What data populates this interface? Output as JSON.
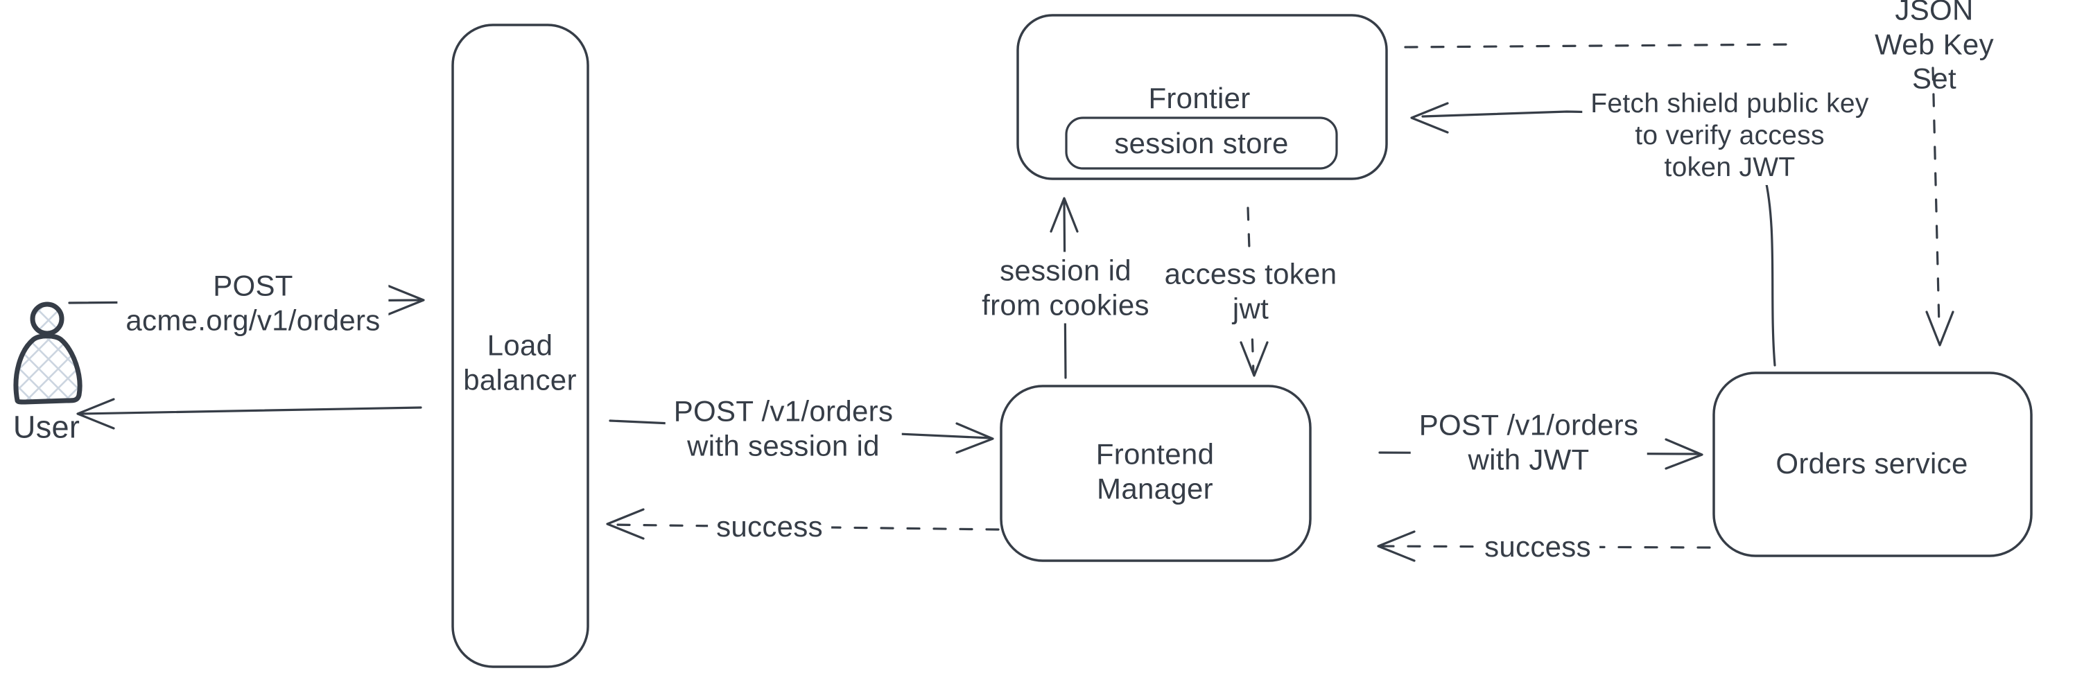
{
  "canvas": {
    "background_color": "#ffffff",
    "ink_color": "#363d47",
    "hatch_fill_color": "#ccd5e0"
  },
  "nodes": {
    "user": {
      "label": "User",
      "icon": "user-figure-icon"
    },
    "load_balancer": {
      "label": "Load\nbalancer"
    },
    "frontier": {
      "label": "Frontier"
    },
    "session_store": {
      "label": "session store"
    },
    "frontend_manager": {
      "label": "Frontend\nManager"
    },
    "orders_service": {
      "label": "Orders service"
    },
    "json_web_key_set": {
      "label": "JSON Web Key Set"
    }
  },
  "edges": {
    "user_to_load_balancer": {
      "label": "POST\nacme.org/v1/orders",
      "style": "solid-arrow"
    },
    "load_balancer_to_user": {
      "label": "",
      "style": "solid-arrow"
    },
    "load_balancer_to_frontend_manager": {
      "label": "POST /v1/orders\nwith session id",
      "style": "solid-arrow"
    },
    "frontend_manager_to_load_balancer": {
      "label": "success",
      "style": "dashed-arrow"
    },
    "frontend_manager_to_frontier": {
      "label": "session id\nfrom cookies",
      "style": "solid-arrow"
    },
    "frontier_to_frontend_manager": {
      "label": "access token\njwt",
      "style": "dashed-arrow"
    },
    "frontend_manager_to_orders_service": {
      "label": "POST /v1/orders\nwith JWT",
      "style": "solid-arrow"
    },
    "orders_service_to_frontend_manager": {
      "label": "success",
      "style": "dashed-arrow"
    },
    "orders_service_to_frontier": {
      "label": "Fetch shield public key\nto verify access\ntoken JWT",
      "style": "solid-arrow"
    },
    "frontier_to_jwks": {
      "label": "",
      "style": "dashed-line"
    },
    "jwks_to_orders_service": {
      "label": "",
      "style": "dashed-arrow"
    }
  }
}
